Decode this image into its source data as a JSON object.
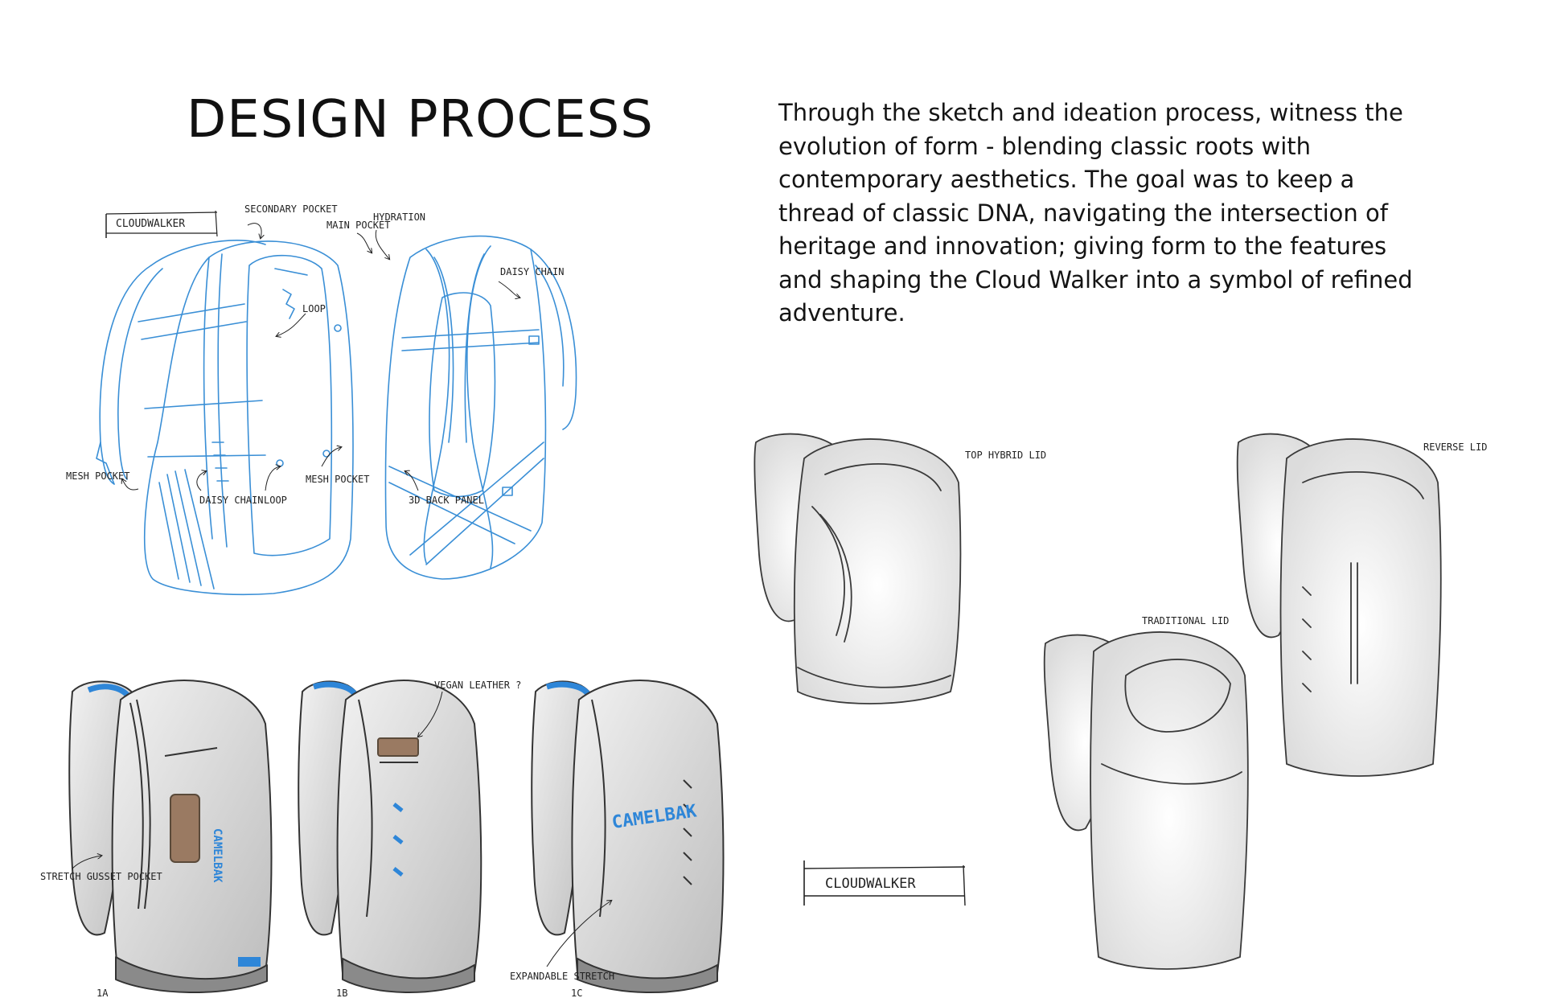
{
  "page": {
    "title": "DESIGN PROCESS",
    "intro": "Through the sketch and ideation process, witness the evolution of form - blending classic roots with contemporary aesthetics. The goal was to keep a thread of classic DNA, navigating the intersection of heritage and innovation; giving form to the features and shaping the Cloud Walker into a symbol of refined adventure."
  },
  "colors": {
    "text": "#111111",
    "line_sketch": "#3a8fd6",
    "pencil": "#3a3a3a",
    "accent_blue": "#2e86d8",
    "leather": "#9a7a62",
    "background": "#ffffff"
  },
  "blue_sketches": {
    "tag": "CLOUDWALKER",
    "front_callouts": {
      "secondary_pocket": "SECONDARY POCKET",
      "loop": "LOOP",
      "mesh_pocket": "MESH POCKET",
      "daisy_chain": "DAISY CHAIN",
      "loop_bottom": "LOOP"
    },
    "back_callouts": {
      "hydration": "HYDRATION",
      "main_pocket": "MAIN POCKET",
      "daisy_chain": "DAISY CHAIN",
      "mesh_pocket": "MESH POCKET",
      "back_panel": "3D BACK PANEL"
    }
  },
  "lid_sketches": {
    "top_hybrid": "TOP HYBRID LID",
    "reverse": "REVERSE LID",
    "traditional": "TRADITIONAL LID",
    "tag": "CLOUDWALKER"
  },
  "color_sketches": {
    "vegan_leather": "VEGAN LEATHER ?",
    "stretch_gusset": "STRETCH GUSSET POCKET",
    "expandable_stretch": "EXPANDABLE STRETCH",
    "labels": [
      "1A",
      "1B",
      "1C"
    ],
    "logo_text": "CAMELBAK"
  }
}
